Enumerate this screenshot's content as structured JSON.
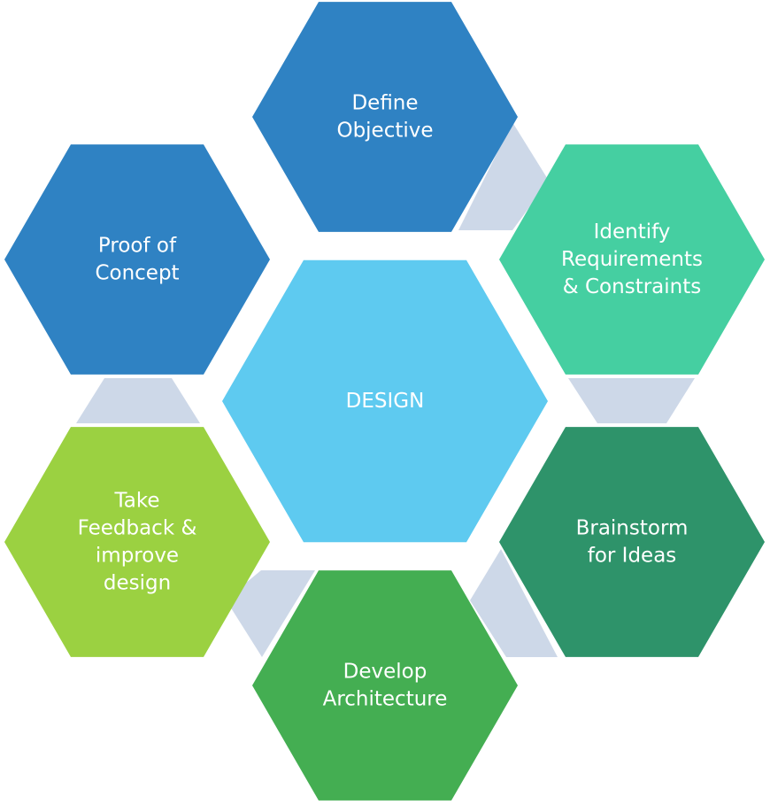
{
  "center": {
    "label": "DESIGN",
    "color": "#5ecaf0"
  },
  "steps": [
    {
      "id": "define-objective",
      "lines": [
        "Define",
        "Objective"
      ],
      "color": "#2f82c3"
    },
    {
      "id": "identify-requirements",
      "lines": [
        "Identify",
        "Requirements",
        "& Constraints"
      ],
      "color": "#45cfa1"
    },
    {
      "id": "brainstorm",
      "lines": [
        "Brainstorm",
        "for Ideas"
      ],
      "color": "#2e936a"
    },
    {
      "id": "develop-architecture",
      "lines": [
        "Develop",
        "Architecture"
      ],
      "color": "#44ae52"
    },
    {
      "id": "take-feedback",
      "lines": [
        "Take",
        "Feedback &",
        "improve",
        "design"
      ],
      "color": "#9bd141"
    },
    {
      "id": "proof-of-concept",
      "lines": [
        "Proof of",
        "Concept"
      ],
      "color": "#2f82c3"
    }
  ],
  "connector_color": "#cdd8e8"
}
